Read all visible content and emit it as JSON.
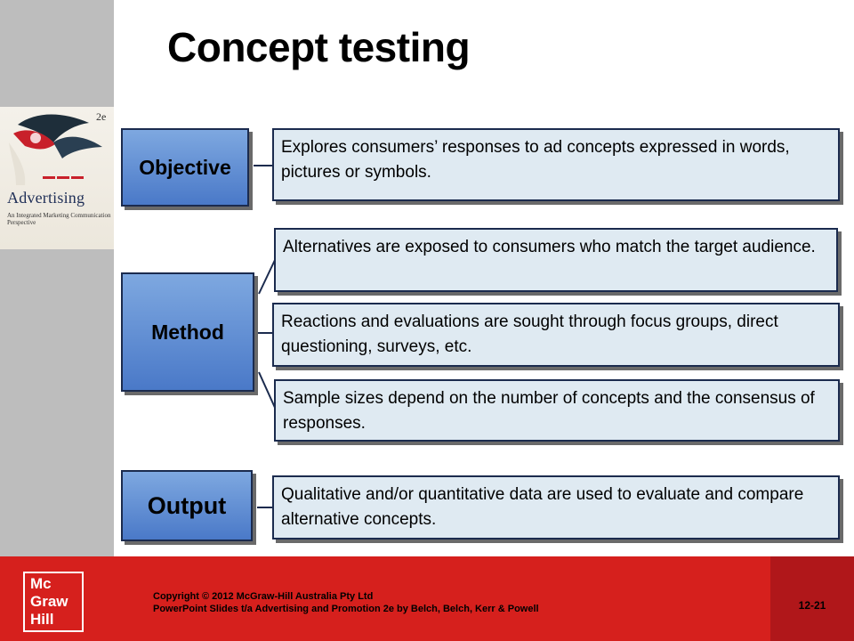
{
  "slide": {
    "title": "Concept testing"
  },
  "book_cover": {
    "edition": "2e",
    "title": "Advertising",
    "subtitle": "An Integrated Marketing Communication Perspective"
  },
  "sections": {
    "objective": {
      "label": "Objective",
      "points": [
        "Explores consumers’ responses to ad concepts expressed in words, pictures or symbols."
      ]
    },
    "method": {
      "label": "Method",
      "points": [
        "Alternatives are exposed to consumers who match the target audience.",
        "Reactions and evaluations are sought through focus groups, direct questioning, surveys, etc.",
        "Sample sizes depend on the number of concepts and the consensus of responses."
      ]
    },
    "output": {
      "label": "Output",
      "points": [
        "Qualitative and/or quantitative data are used to evaluate and compare alternative concepts."
      ]
    }
  },
  "footer": {
    "logo_lines": [
      "Mc",
      "Graw",
      "Hill"
    ],
    "copyright_line1": "Copyright © 2012 McGraw-Hill Australia Pty Ltd",
    "copyright_line2": "PowerPoint Slides t/a Advertising and Promotion 2e by Belch, Belch, Kerr & Powell",
    "slide_number": "12-21"
  },
  "colors": {
    "label_fill": "#4a79c8",
    "text_box_fill": "#dfeaf2",
    "footer_red": "#d6201d"
  }
}
